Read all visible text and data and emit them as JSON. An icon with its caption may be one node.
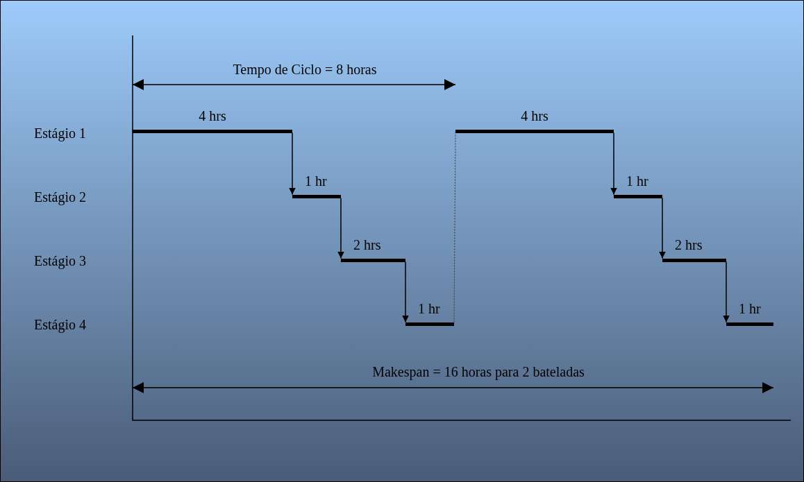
{
  "diagram": {
    "nodes": [
      {
        "text": [],
        "shape": "bar",
        "beside": [
          "4 hrs"
        ]
      },
      {
        "text": [],
        "shape": "bar",
        "beside": [
          "1 hr"
        ]
      },
      {
        "text": [],
        "shape": "bar",
        "beside": [
          "2 hrs"
        ]
      },
      {
        "text": [],
        "shape": "bar",
        "beside": [
          "1 hr"
        ]
      },
      {
        "text": [],
        "shape": "bar",
        "beside": [
          "4 hrs"
        ]
      },
      {
        "text": [],
        "shape": "bar",
        "beside": [
          "1 hr"
        ]
      },
      {
        "text": [],
        "shape": "bar",
        "beside": [
          "2 hrs"
        ]
      },
      {
        "text": [],
        "shape": "bar",
        "beside": [
          "1 hr"
        ]
      }
    ],
    "edges": [
      {
        "from": 0,
        "to": 1,
        "arrow": "to"
      },
      {
        "from": 1,
        "to": 2,
        "arrow": "to"
      },
      {
        "from": 2,
        "to": 3,
        "arrow": "to"
      },
      {
        "from": 3,
        "to": 4,
        "arrow": "none",
        "style": "dashed"
      },
      {
        "from": 4,
        "to": 5,
        "arrow": "to"
      },
      {
        "from": 5,
        "to": 6,
        "arrow": "to"
      },
      {
        "from": 6,
        "to": 7,
        "arrow": "to"
      }
    ],
    "labels": [
      "Tempo de Ciclo = 8 horas",
      "Estágio 1",
      "Estágio 2",
      "Estágio 3",
      "Estágio 4",
      "Makespan = 16 horas para 2 bateladas"
    ]
  }
}
